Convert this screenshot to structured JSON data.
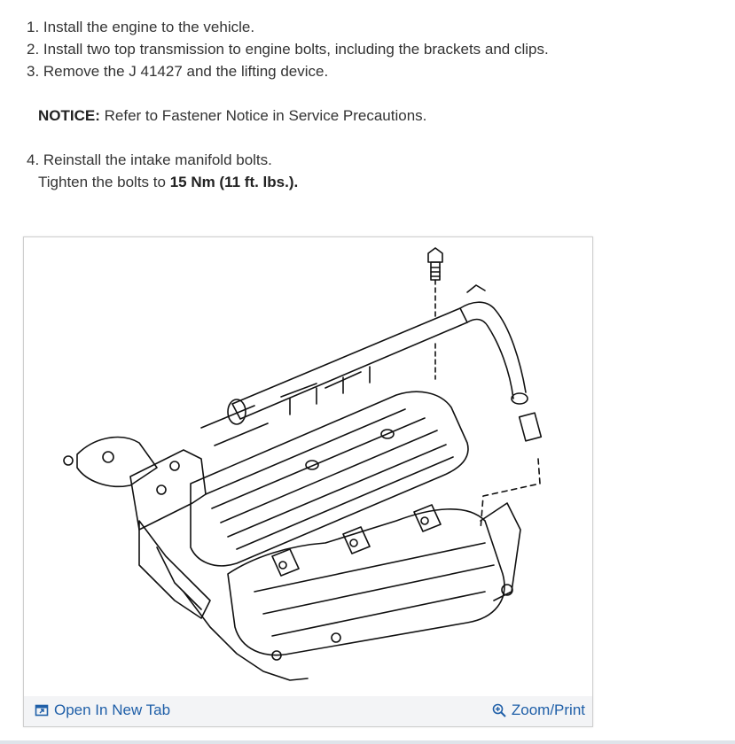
{
  "steps": [
    "1. Install the engine to the vehicle.",
    "2. Install two top transmission to engine bolts, including the brackets and clips.",
    "3. Remove the J 41427 and the lifting device."
  ],
  "notice": {
    "label": "NOTICE:",
    "text": " Refer to Fastener Notice in Service Precautions."
  },
  "step4": {
    "text": "4. Reinstall the intake manifold bolts.",
    "tighten_prefix": "Tighten the bolts to ",
    "torque": "15 Nm (11 ft. lbs.)."
  },
  "figure": {
    "open_label": "Open In New Tab",
    "open_icon": "open-in-new-tab-icon",
    "zoom_label": "Zoom/Print",
    "zoom_icon": "zoom-in-icon",
    "link_color": "#1f5fa8"
  }
}
